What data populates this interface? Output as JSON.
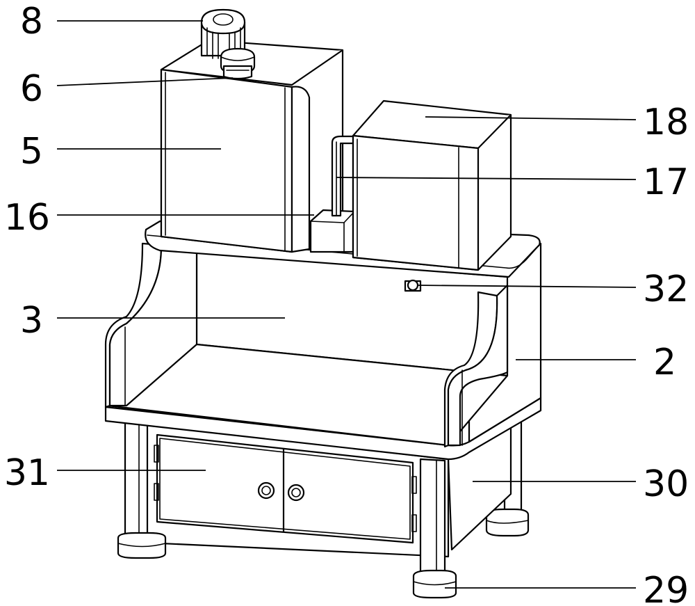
{
  "callouts": {
    "c8": "8",
    "c6": "6",
    "c5": "5",
    "c16": "16",
    "c3": "3",
    "c31": "31",
    "c18": "18",
    "c17": "17",
    "c32": "32",
    "c2": "2",
    "c30": "30",
    "c29": "29"
  }
}
